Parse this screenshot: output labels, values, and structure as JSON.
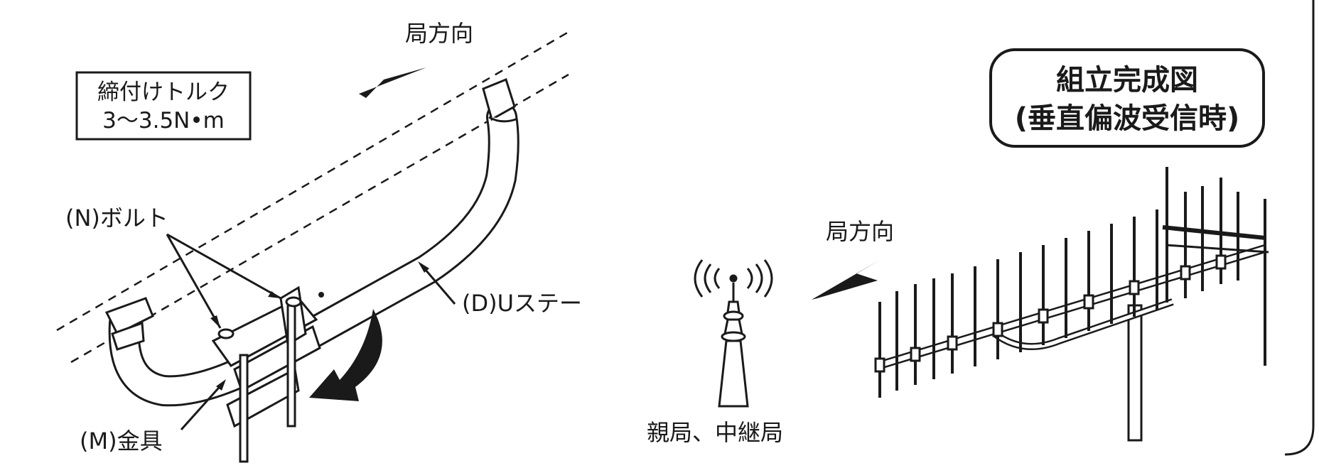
{
  "torque_box": {
    "line1": "締付けトルク",
    "line2": "3〜3.5N•m"
  },
  "left_direction": "局方向",
  "labels": {
    "bolt": "(N)ボルト",
    "u_stay": "(D)Uステー",
    "bracket": "(M)金具"
  },
  "assembled_box": {
    "line1": "組立完成図",
    "line2": "(垂直偏波受信時)"
  },
  "right_direction": "局方向",
  "station_label": "親局、中継局",
  "icons": [
    "direction-arrow-icon",
    "radio-tower-icon",
    "signal-waves-icon",
    "rotation-arrow-icon",
    "antenna-icon"
  ]
}
